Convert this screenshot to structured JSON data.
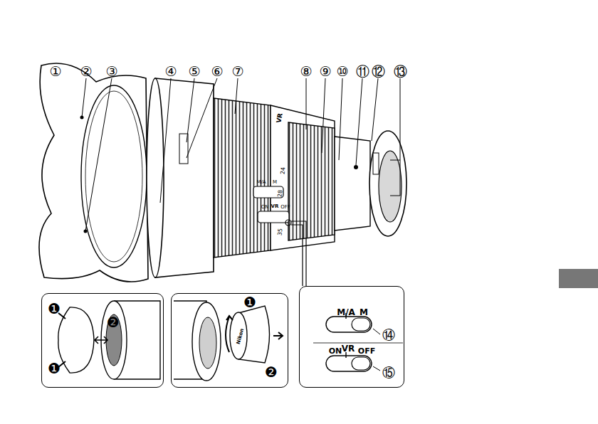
{
  "diagram": {
    "nodes": [
      {
        "text": [
          "❶",
          "❷",
          "❶"
        ]
      },
      {
        "text": [
          "❶",
          "❷",
          "Nikon"
        ]
      },
      {
        "text": [
          "M/A",
          "M",
          "⑭",
          "ON",
          "VR",
          "OFF",
          "⑮"
        ]
      }
    ],
    "labels": [
      "①",
      "②",
      "③",
      "④",
      "⑤",
      "⑥",
      "⑦",
      "⑧",
      "⑨",
      "⑩",
      "⑪",
      "⑫",
      "⑬",
      "VR",
      "M/A",
      "M",
      "ON",
      "VR",
      "OFF",
      "24",
      "28",
      "35"
    ]
  }
}
